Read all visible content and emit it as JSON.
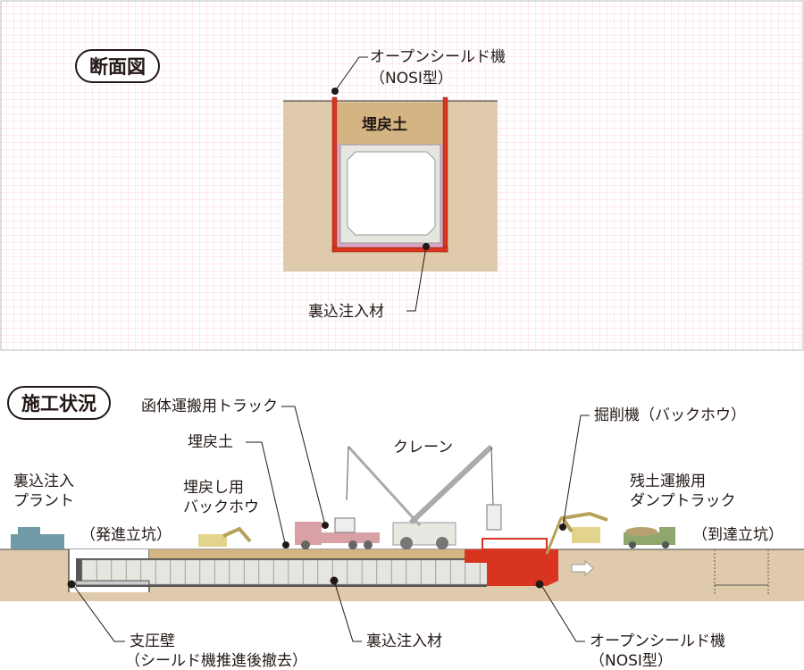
{
  "section": {
    "title": "断面図",
    "shield_label": "オープンシールド機",
    "shield_type": "（NOSⅠ型）",
    "backfill_label": "埋戻土",
    "grout_label": "裏込注入材"
  },
  "construction": {
    "title": "施工状況",
    "grout_plant": [
      "裏込注入",
      "プラント"
    ],
    "launch_shaft": "（発進立坑）",
    "backfill_backhoe": [
      "埋戻し用",
      "バックホウ"
    ],
    "box_truck": "函体運搬用トラック",
    "backfill": "埋戻土",
    "crane": "クレーン",
    "excavator": "掘削機（バックホウ）",
    "dump_truck": [
      "残土運搬用",
      "ダンプトラック"
    ],
    "arrival_shaft": "（到達立坑）",
    "reaction_wall": [
      "支圧壁",
      "（シールド機推進後撤去）"
    ],
    "grout": "裏込注入材",
    "shield_label": "オープンシールド機",
    "shield_type": "（NOSⅠ型）"
  },
  "colors": {
    "shield": "#d9341f",
    "soil": "#dfcbab",
    "backfill": "#d4b483",
    "grid": "#f7c9d6",
    "grout": "#d9a6c8"
  }
}
